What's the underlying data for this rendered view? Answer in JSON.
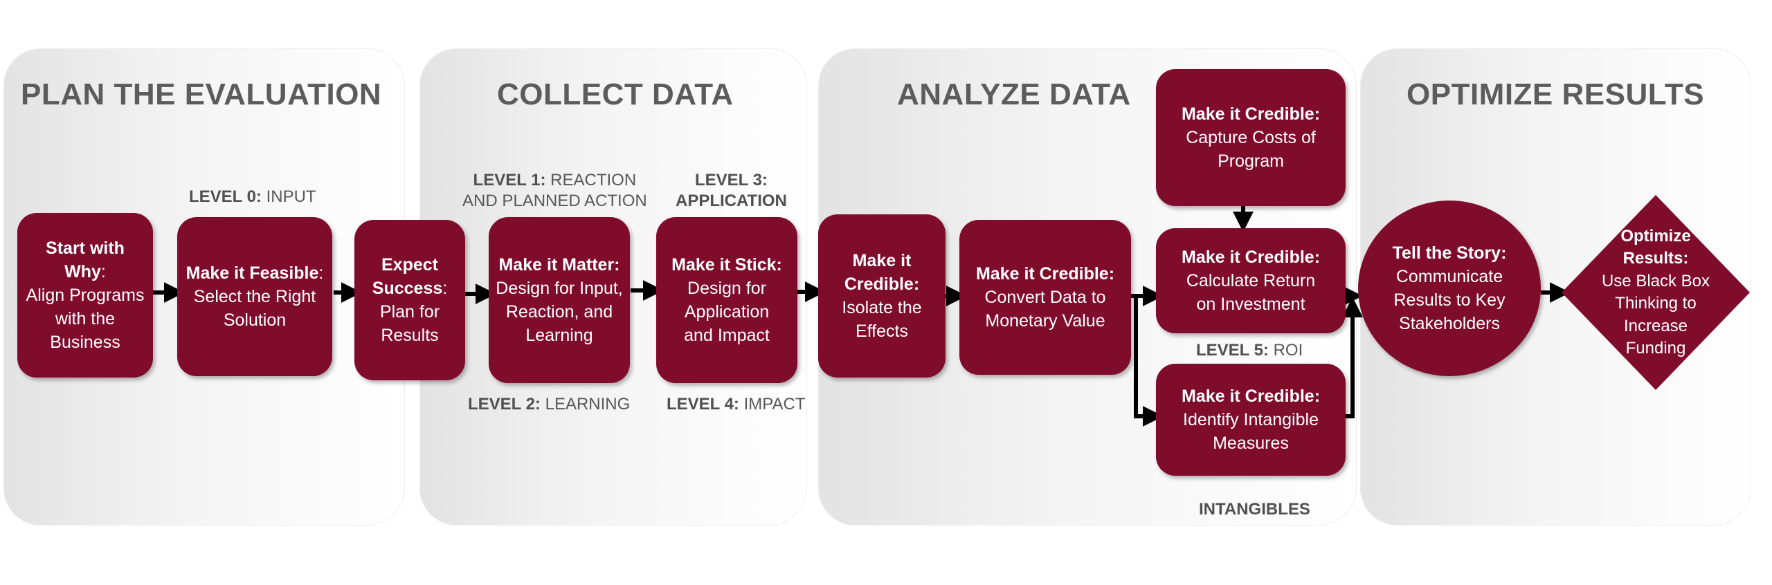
{
  "phases": {
    "plan": "PLAN THE EVALUATION",
    "collect": "COLLECT DATA",
    "analyze": "ANALYZE DATA",
    "optimize": "OPTIMIZE RESULTS"
  },
  "levels": {
    "l0_bold": "LEVEL 0:",
    "l0_text": "INPUT",
    "l1_bold": "LEVEL 1:",
    "l1_text": "REACTION",
    "l1_text2": "AND PLANNED ACTION",
    "l2_bold": "LEVEL 2:",
    "l2_text": "LEARNING",
    "l3_bold": "LEVEL 3:",
    "l3_text": "APPLICATION",
    "l4_bold": "LEVEL 4:",
    "l4_text": "IMPACT",
    "l5_bold": "LEVEL 5:",
    "l5_text": "ROI",
    "intangibles": "INTANGIBLES"
  },
  "boxes": {
    "why_title": "Start with Why",
    "why_colon": ":",
    "why_l1": "Align Programs",
    "why_l2": "with the",
    "why_l3": "Business",
    "feasible_title": "Make it Feasible",
    "feasible_colon": ":",
    "feasible_l1": "Select the Right",
    "feasible_l2": "Solution",
    "expect_l1": "Expect",
    "expect_l2": "Success",
    "expect_colon": ":",
    "expect_l3": "Plan for",
    "expect_l4": "Results",
    "matter_title": "Make it Matter:",
    "matter_l1": "Design for Input,",
    "matter_l2": "Reaction, and",
    "matter_l3": "Learning",
    "stick_title": "Make it Stick:",
    "stick_l1": "Design for",
    "stick_l2": "Application",
    "stick_l3": "and Impact",
    "isolate_l1": "Make it",
    "isolate_l2": "Credible:",
    "isolate_l3": "Isolate the",
    "isolate_l4": "Effects",
    "convert_title": "Make it Credible:",
    "convert_l1": "Convert Data to",
    "convert_l2": "Monetary Value",
    "costs_title": "Make it Credible:",
    "costs_l1": "Capture Costs of",
    "costs_l2": "Program",
    "roi_title": "Make it Credible:",
    "roi_l1": "Calculate Return",
    "roi_l2": "on Investment",
    "intang_title": "Make it Credible:",
    "intang_l1": "Identify Intangible",
    "intang_l2": "Measures",
    "story_title": "Tell the Story:",
    "story_l1": "Communicate",
    "story_l2": "Results to Key",
    "story_l3": "Stakeholders",
    "opt_l1": "Optimize",
    "opt_l2": "Results:",
    "opt_l3": "Use Black Box",
    "opt_l4": "Thinking to",
    "opt_l5": "Increase",
    "opt_l6": "Funding"
  },
  "colors": {
    "box": "#800c2c",
    "title": "#5c5c5c",
    "arrow": "#000000"
  }
}
